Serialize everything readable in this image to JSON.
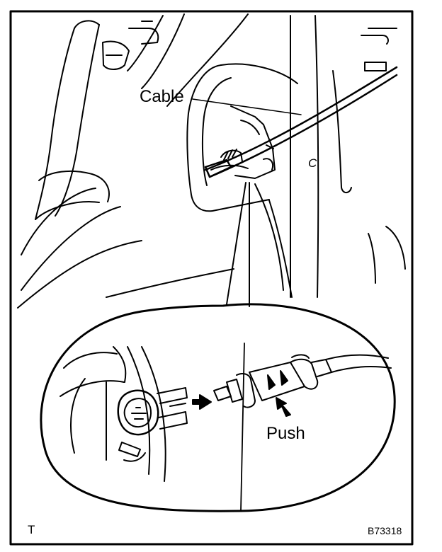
{
  "labels": {
    "cable": "Cable",
    "push": "Push",
    "c_mark": "C",
    "corner_mark": "T",
    "figure_code": "B73318"
  },
  "colors": {
    "ink": "#000000",
    "paper": "#ffffff"
  }
}
